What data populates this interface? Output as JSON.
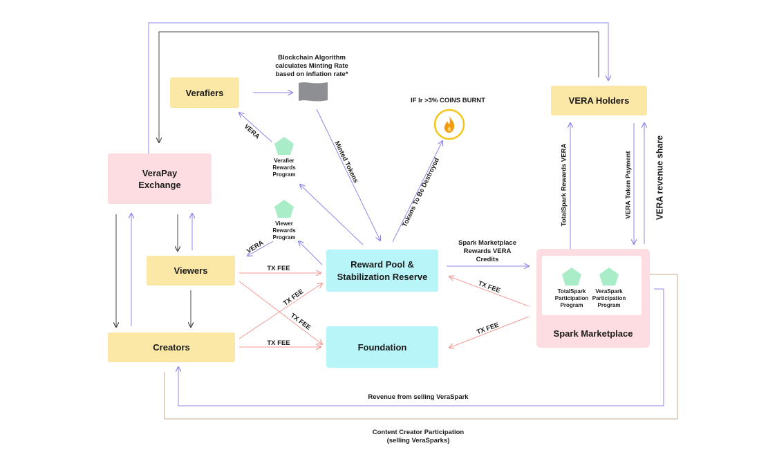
{
  "nodes": {
    "verafiers": "Verafiers",
    "vera_holders": "VERA Holders",
    "verapay_exchange": "VeraPay\nExchange",
    "viewers": "Viewers",
    "creators": "Creators",
    "reward_pool": "Reward Pool &\nStabilization Reserve",
    "foundation": "Foundation",
    "spark_marketplace": "Spark Marketplace"
  },
  "programs": {
    "verafier_rewards": "Verafier\nRewards\nProgram",
    "viewer_rewards": "Viewer\nRewards\nProgram",
    "totalspark": "TotalSpark\nParticipation\nProgram",
    "veraspark": "VeraSpark\nParticipation\nProgram"
  },
  "labels": {
    "blockchain_algorithm": "Blockchain Algorithm\ncalculates Minting Rate\nbased on inflation rate*",
    "coins_burnt": "IF Ir >3% COINS BURNT",
    "minted_tokens": "Minted Tokens",
    "tokens_destroyed": "Tokens To Be Destroyed",
    "vera_to_verafiers": "VERA",
    "vera_to_viewers": "VERA",
    "tx_fee_viewers": "TX FEE",
    "tx_fee_cross_up": "TX FEE",
    "tx_fee_cross_down": "TX FEE",
    "tx_fee_creators": "TX FEE",
    "tx_fee_spark_pool": "TX FEE",
    "tx_fee_spark_foundation": "TX FEE",
    "spark_rewards_credits": "Spark Marketplace\nRewards VERA\nCredits",
    "totalspark_rewards": "TotalSpark Rewards VERA",
    "vera_token_payment": "VERA  Token Payment",
    "vera_revenue_share": "VERA revenue share",
    "revenue_veraspark": "Revenue from selling VeraSpark",
    "content_creator_participation": "Content Creator Participation\n(selling VeraSparks)"
  },
  "colors": {
    "yellow": "#fbe7a6",
    "pink": "#fddde1",
    "cyan": "#b8f5f8",
    "green": "#a8ecc8",
    "blue_arrow": "#8c86e8",
    "red_arrow": "#f39a95",
    "dark_line": "#444444",
    "brown_line": "#c9a98a",
    "coin_ring": "#f5c518",
    "flame": "#f39c12",
    "flag": "#8d8f93"
  },
  "icons": [
    "flag-icon",
    "fire-coin-icon",
    "pentagon-icon"
  ]
}
